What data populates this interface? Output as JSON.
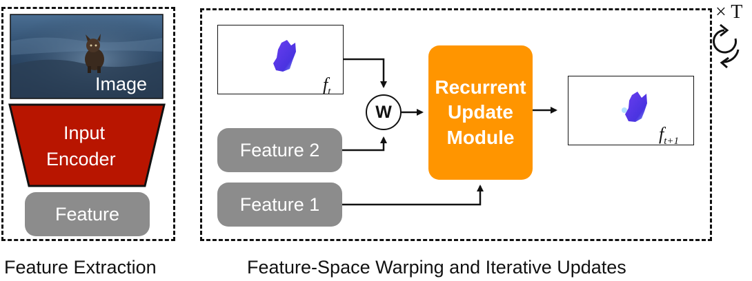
{
  "feature_extraction": {
    "caption": "Feature Extraction",
    "image_label": "Image",
    "encoder_label_line1": "Input",
    "encoder_label_line2": "Encoder",
    "feature_label": "Feature"
  },
  "warping_updates": {
    "caption": "Feature-Space Warping and Iterative Updates",
    "feature2_label": "Feature 2",
    "feature1_label": "Feature 1",
    "warp_label": "W",
    "update_line1": "Recurrent",
    "update_line2": "Update",
    "update_line3": "Module",
    "flow_in_base": "f",
    "flow_in_sub": "t",
    "flow_out_base": "f",
    "flow_out_sub": "t+1",
    "repeat_label": "× T"
  },
  "colors": {
    "encoder_fill": "#b81500",
    "update_module_fill": "#ff9500",
    "feature_fill": "#8c8c8c",
    "flow_blob": "#5a36e8"
  }
}
